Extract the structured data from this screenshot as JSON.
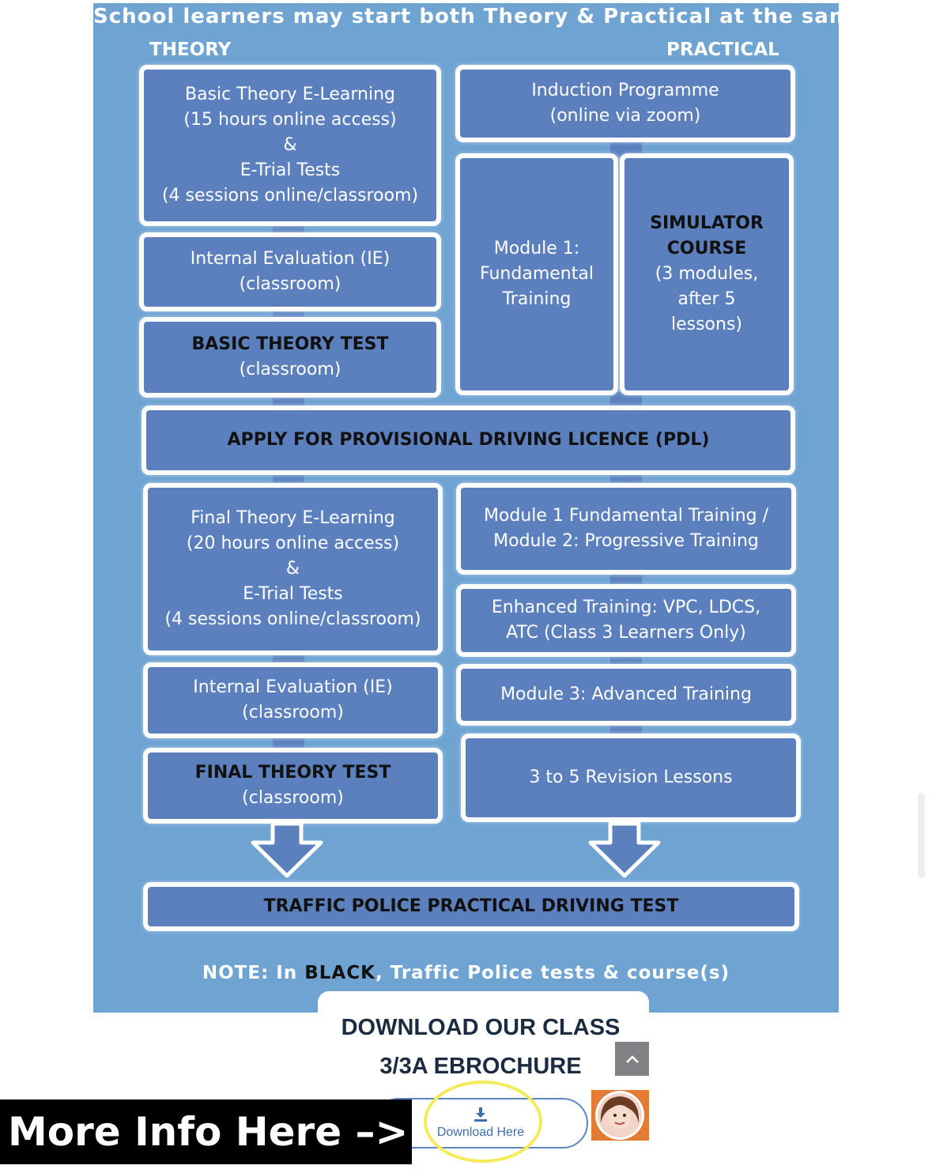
{
  "flowchart": {
    "header_note": "School learners may start both Theory & Practical at the same time",
    "theory_title": "THEORY",
    "practical_title": "PRACTICAL",
    "theory_boxes": {
      "basic_elearning": [
        "Basic Theory E-Learning",
        "(15 hours online access)",
        "&",
        "E-Trial Tests",
        "(4 sessions online/classroom)"
      ],
      "internal_eval_1": [
        "Internal Evaluation (IE)",
        "(classroom)"
      ],
      "basic_theory_test": {
        "title": "BASIC THEORY TEST",
        "sub": "(classroom)"
      },
      "final_elearning": [
        "Final Theory E-Learning",
        "(20 hours online access)",
        "&",
        "E-Trial Tests",
        "(4 sessions online/classroom)"
      ],
      "internal_eval_2": [
        "Internal Evaluation (IE)",
        "(classroom)"
      ],
      "final_theory_test": {
        "title": "FINAL THEORY TEST",
        "sub": "(classroom)"
      }
    },
    "practical_boxes": {
      "induction": [
        "Induction Programme",
        "(online via zoom)"
      ],
      "module1": [
        "Module 1:",
        "Fundamental",
        "Training"
      ],
      "simulator": {
        "title_lines": [
          "SIMULATOR",
          "COURSE"
        ],
        "sub_lines": [
          "(3 modules,",
          "after 5",
          "lessons)"
        ]
      },
      "module1_2": [
        "Module 1 Fundamental Training /",
        "Module 2: Progressive Training"
      ],
      "enhanced": [
        "Enhanced Training: VPC, LDCS,",
        "ATC (Class 3 Learners Only)"
      ],
      "module3": [
        "Module 3: Advanced Training"
      ],
      "revision": [
        "3 to 5 Revision Lessons"
      ]
    },
    "pdl": "APPLY FOR PROVISIONAL DRIVING LICENCE (PDL)",
    "final_test": "TRAFFIC POLICE PRACTICAL DRIVING TEST",
    "note": {
      "prefix": "NOTE: In ",
      "black_word": "BLACK",
      "suffix": ", Traffic Police tests & course(s)"
    }
  },
  "download": {
    "title_lines": [
      "DOWNLOAD OUR CLASS",
      "3/3A EBROCHURE"
    ],
    "button_label": "Download Here",
    "button_icon": "download-icon"
  },
  "widgets": {
    "scroll_top_icon": "chevron-up-icon",
    "avatar_icon": "chat-avatar-icon",
    "more_info": "More Info Here –>"
  },
  "colors": {
    "panel": "#6fa3d2",
    "box_fill": "#5b80bd",
    "highlight": "#f5ea5a",
    "banner": "#000000"
  }
}
